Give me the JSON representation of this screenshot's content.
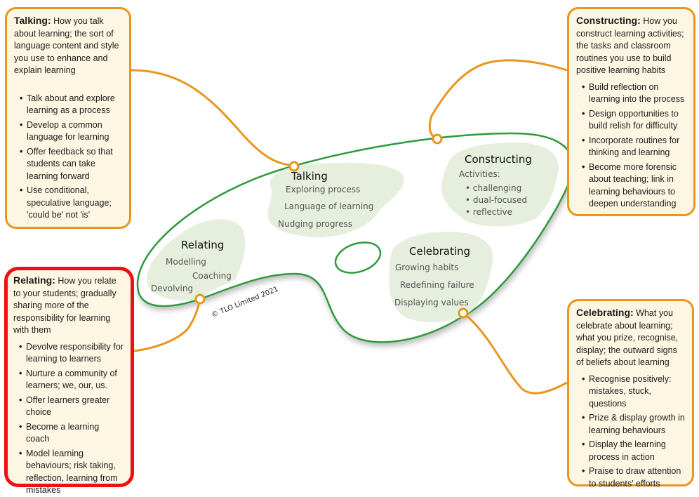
{
  "colors": {
    "palette_outline": "#2e9a3e",
    "connector": "#e8961e",
    "box_fill": "#fdf6e3",
    "zone_fill": "#e6eedd",
    "highlight_border": "#ee1111"
  },
  "palette": {
    "zones": {
      "talking": {
        "title": "Talking",
        "items": [
          "Exploring process",
          "Language of learning",
          "Nudging progress"
        ]
      },
      "constructing": {
        "title": "Constructing",
        "subtitle": "Activities:",
        "items": [
          "• challenging",
          "• dual-focused",
          "• reflective"
        ]
      },
      "relating": {
        "title": "Relating",
        "items": [
          "Modelling",
          "Coaching",
          "Devolving"
        ]
      },
      "celebrating": {
        "title": "Celebrating",
        "items": [
          "Growing habits",
          "Redefining failure",
          "Displaying values"
        ]
      }
    },
    "copyright": "© TLO Limited 2021"
  },
  "boxes": {
    "talking": {
      "heading": "Talking:",
      "description": "How you talk about learning; the sort of language content and style you use to enhance and explain learning",
      "bullets": [
        "Talk about and explore learning as a process",
        "Develop a common language for learning",
        "Offer feedback so that students can take learning forward",
        "Use conditional, speculative language; 'could be' not 'is'"
      ]
    },
    "constructing": {
      "heading": "Constructing:",
      "description": "How you construct learning activities; the tasks and classroom routines you use to build positive learning habits",
      "bullets": [
        "Build reflection on learning into the process",
        "Design opportunities to build relish for difficulty",
        "Incorporate routines for thinking and learning",
        "Become more forensic about teaching; link in learning behaviours to deepen understanding"
      ]
    },
    "relating": {
      "heading": "Relating:",
      "description": "How you relate to your students; gradually sharing more of the responsibility for learning with them",
      "highlighted": true,
      "bullets": [
        "Devolve responsibility for learning to learners",
        "Nurture a community of learners; we, our, us.",
        "Offer learners greater choice",
        "Become a learning coach",
        "Model learning behaviours; risk taking, reflection, learning from mistakes"
      ]
    },
    "celebrating": {
      "heading": "Celebrating:",
      "description": "What you celebrate about learning; what you prize, recognise, display; the outward signs of beliefs about learning",
      "bullets": [
        "Recognise positively: mistakes, stuck, questions",
        "Prize & display growth in learning behaviours",
        "Display the learning process in action",
        "Praise to draw attention to students' efforts"
      ]
    }
  }
}
